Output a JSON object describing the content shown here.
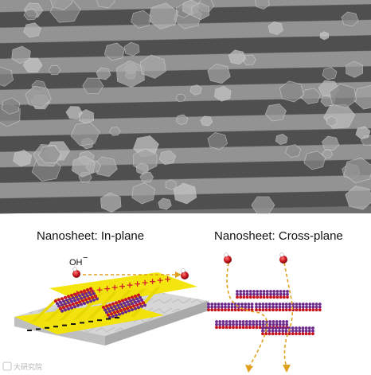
{
  "panels": {
    "in_plane": {
      "title": "Nanosheet: In-plane",
      "ion_label": "OH",
      "ion_charge": "−"
    },
    "cross_plane": {
      "title": "Nanosheet: Cross-plane"
    }
  },
  "watermark": {
    "text": "大研究院"
  },
  "colors": {
    "substrate": "#f2e400",
    "atom_purple": "#6b2a8c",
    "atom_red": "#d21f2a",
    "path_arrow": "#e0a020",
    "sem_dark": "#3a3a3a",
    "sem_light": "#8e8e8e"
  }
}
